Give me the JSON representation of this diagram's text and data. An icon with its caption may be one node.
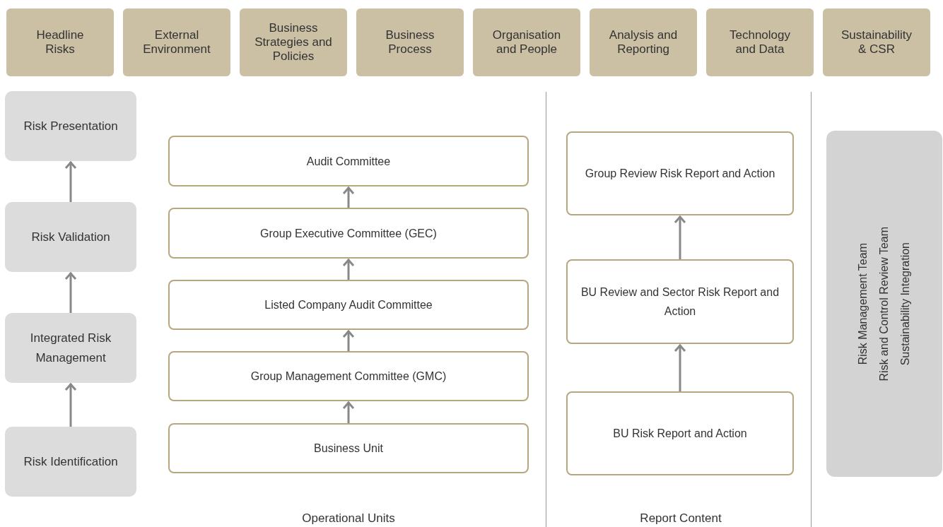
{
  "diagram": {
    "nodes": [
      {
        "text": [
          "Headline Risks"
        ]
      },
      {
        "text": [
          "External Environment"
        ]
      },
      {
        "text": [
          "Business Strategies and Policies"
        ]
      },
      {
        "text": [
          "Business Process"
        ]
      },
      {
        "text": [
          "Organisation and People"
        ]
      },
      {
        "text": [
          "Analysis and Reporting"
        ]
      },
      {
        "text": [
          "Technology and Data"
        ]
      },
      {
        "text": [
          "Sustainability & CSR"
        ]
      },
      {
        "text": [
          "Risk Presentation"
        ]
      },
      {
        "text": [
          "Risk Validation"
        ]
      },
      {
        "text": [
          "Integrated Risk Management"
        ]
      },
      {
        "text": [
          "Risk Identification"
        ]
      },
      {
        "text": [
          "Audit Committee"
        ]
      },
      {
        "text": [
          "Group Executive Committee (GEC)"
        ]
      },
      {
        "text": [
          "Listed Company Audit Committee"
        ]
      },
      {
        "text": [
          "Group Management Committee (GMC)"
        ]
      },
      {
        "text": [
          "Business Unit"
        ]
      },
      {
        "text": [
          "Group Review Risk Report and Action"
        ]
      },
      {
        "text": [
          "BU Review and Sector Risk Report and Action"
        ]
      },
      {
        "text": [
          "BU Risk Report and Action"
        ]
      },
      {
        "text": [
          "Risk Management Team",
          "Risk and Control Review Team",
          "Sustainability Integration"
        ]
      }
    ],
    "edges": [
      {
        "from": 11,
        "to": 10,
        "arrow": "to"
      },
      {
        "from": 10,
        "to": 9,
        "arrow": "to"
      },
      {
        "from": 9,
        "to": 8,
        "arrow": "to"
      },
      {
        "from": 16,
        "to": 15,
        "arrow": "to"
      },
      {
        "from": 15,
        "to": 14,
        "arrow": "to"
      },
      {
        "from": 14,
        "to": 13,
        "arrow": "to"
      },
      {
        "from": 13,
        "to": 12,
        "arrow": "to"
      },
      {
        "from": 19,
        "to": 18,
        "arrow": "to"
      },
      {
        "from": 18,
        "to": 17,
        "arrow": "to"
      }
    ],
    "labels": [
      "Operational Units",
      "Report Content"
    ]
  }
}
